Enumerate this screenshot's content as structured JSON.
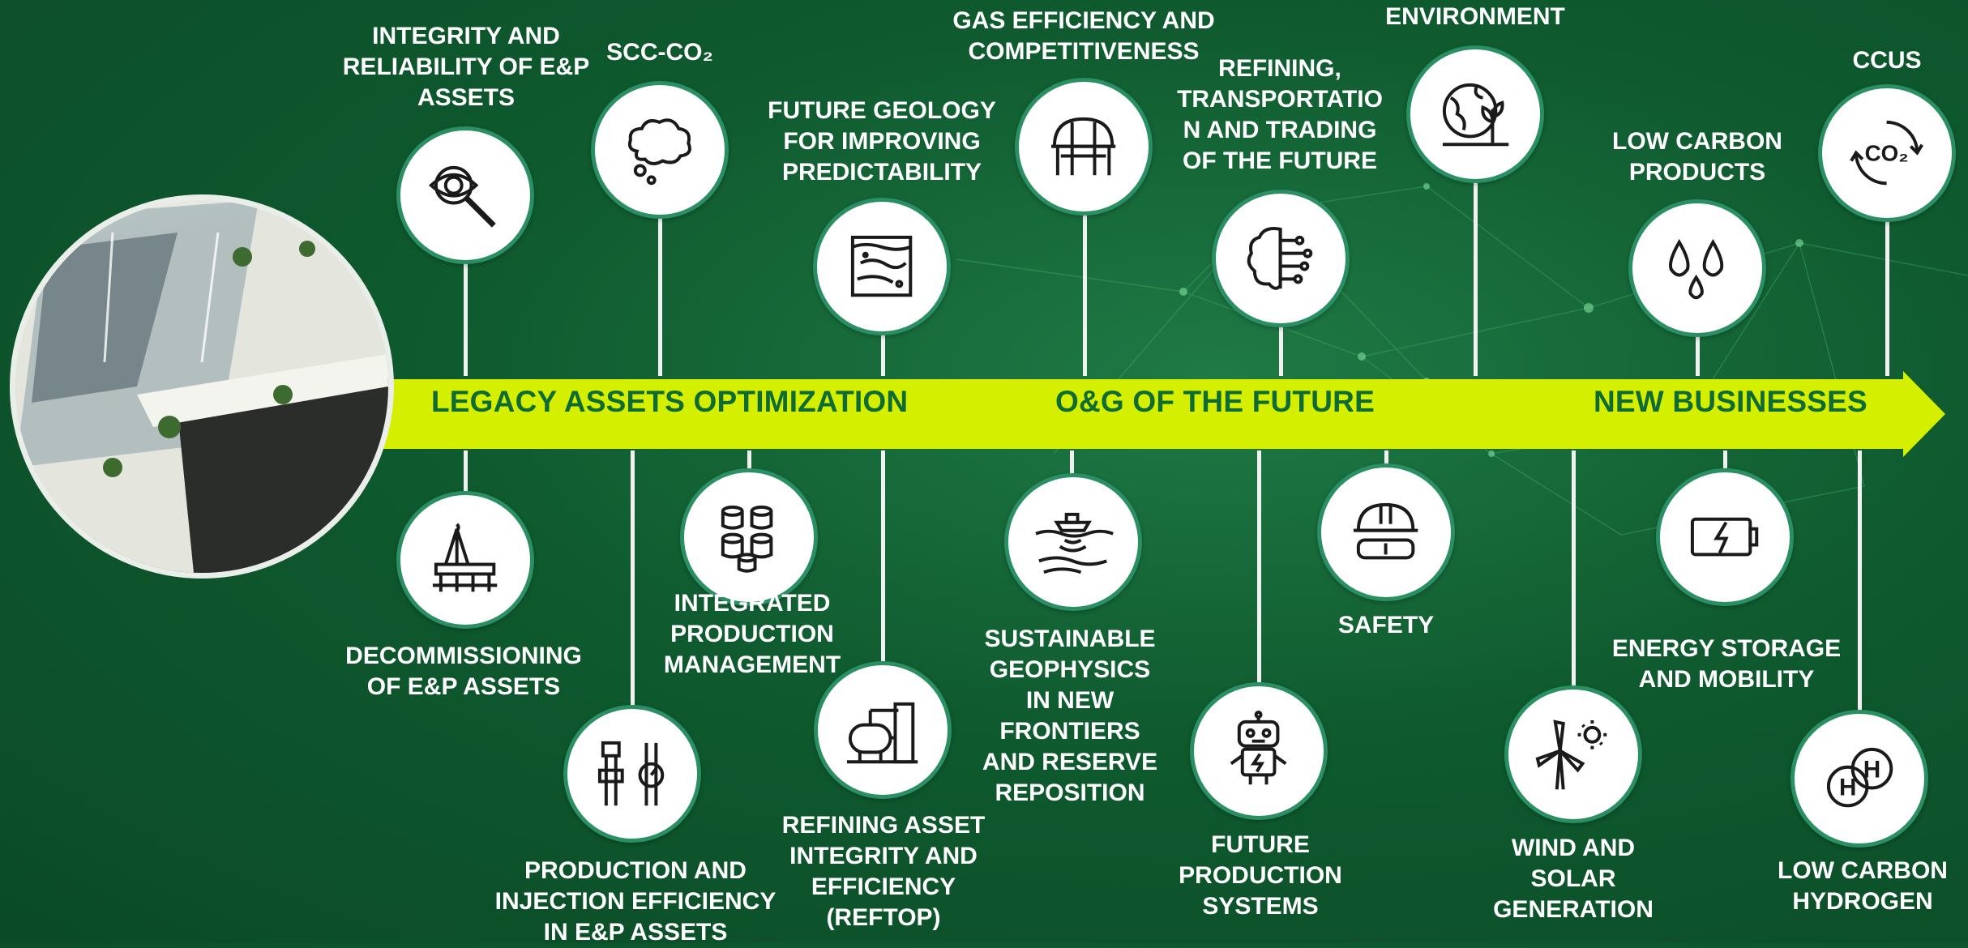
{
  "phases": {
    "legacy": "LEGACY ASSETS OPTIMIZATION",
    "future": "O&G OF THE FUTURE",
    "new_business": "NEW BUSINESSES"
  },
  "topics": [
    {
      "key": "integrity",
      "icon": "eye-magnifier-icon",
      "label": [
        "INTEGRITY AND",
        "RELIABILITY OF E&P",
        "ASSETS"
      ]
    },
    {
      "key": "scc",
      "icon": "thought-cloud-icon",
      "label": [
        "SCC-CO₂"
      ]
    },
    {
      "key": "geology",
      "icon": "geology-layers-icon",
      "label": [
        "FUTURE GEOLOGY",
        "FOR IMPROVING",
        "PREDICTABILITY"
      ]
    },
    {
      "key": "gas",
      "icon": "gas-tank-icon",
      "label": [
        "GAS EFFICIENCY AND",
        "COMPETITIVENESS"
      ]
    },
    {
      "key": "refining_future",
      "icon": "brain-circuit-icon",
      "label": [
        "REFINING,",
        "TRANSPORTATIO",
        "N AND TRADING",
        "OF THE FUTURE"
      ]
    },
    {
      "key": "environment",
      "icon": "globe-plant-icon",
      "label": [
        "ENVIRONMENT"
      ]
    },
    {
      "key": "low_carbon_products",
      "icon": "droplets-icon",
      "label": [
        "LOW CARBON",
        "PRODUCTS"
      ]
    },
    {
      "key": "ccus",
      "icon": "co2-cycle-icon",
      "label": [
        "CCUS"
      ],
      "co2_text": "CO₂"
    },
    {
      "key": "decommissioning",
      "icon": "oil-platform-icon",
      "label": [
        "DECOMMISSIONING",
        "OF E&P ASSETS"
      ]
    },
    {
      "key": "production",
      "icon": "valve-gauge-icon",
      "label": [
        "PRODUCTION AND",
        "INJECTION EFFICIENCY",
        "IN E&P ASSETS"
      ]
    },
    {
      "key": "ipm",
      "icon": "barrels-icon",
      "label": [
        "INTEGRATED",
        "PRODUCTION",
        "MANAGEMENT"
      ]
    },
    {
      "key": "reftop",
      "icon": "refinery-vessel-icon",
      "label": [
        "REFINING ASSET",
        "INTEGRITY AND",
        "EFFICIENCY",
        "(REFTOP)"
      ]
    },
    {
      "key": "geophysics",
      "icon": "seismic-ship-icon",
      "label": [
        "SUSTAINABLE",
        "GEOPHYSICS",
        "IN NEW",
        "FRONTIERS",
        "AND RESERVE",
        "REPOSITION"
      ]
    },
    {
      "key": "safety",
      "icon": "helmet-goggles-icon",
      "label": [
        "SAFETY"
      ]
    },
    {
      "key": "future_production",
      "icon": "robot-icon",
      "label": [
        "FUTURE",
        "PRODUCTION",
        "SYSTEMS"
      ]
    },
    {
      "key": "wind_solar",
      "icon": "wind-sun-icon",
      "label": [
        "WIND AND",
        "SOLAR",
        "GENERATION"
      ]
    },
    {
      "key": "energy_storage",
      "icon": "battery-icon",
      "label": [
        "ENERGY STORAGE",
        "AND MOBILITY"
      ]
    },
    {
      "key": "hydrogen",
      "icon": "hydrogen-icon",
      "label": [
        "LOW CARBON",
        "HYDROGEN"
      ],
      "h_letter": "H"
    }
  ],
  "photo": {
    "icon": "office-atrium-photo"
  },
  "colors": {
    "background": "#0f5a2f",
    "arrow": "#d4f000",
    "arrow_text": "#0f6b34",
    "node_border": "#2a8f63",
    "text": "#ffffff"
  }
}
